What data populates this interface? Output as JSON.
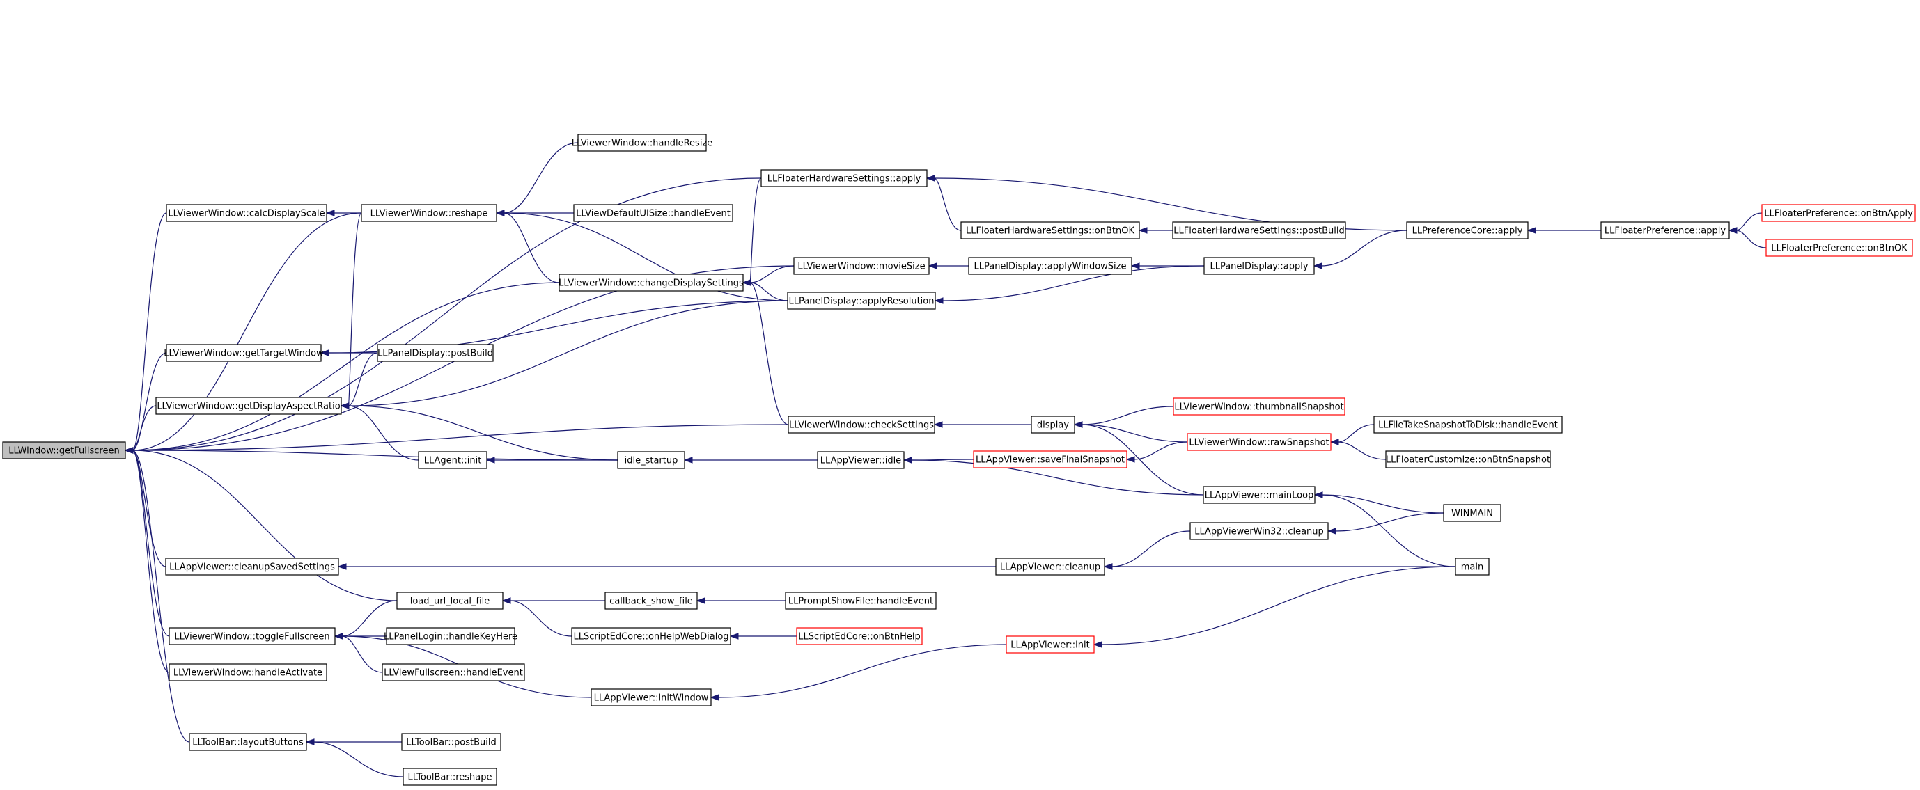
{
  "colors": {
    "edge": "#191970",
    "node_border": "#000000",
    "node_border_truncated": "#ff0000",
    "root_fill": "#bfbfbf",
    "background": "#ffffff"
  },
  "nodes": [
    {
      "id": "getFullscreen",
      "label": "LLWindow::getFullscreen",
      "root": true
    },
    {
      "id": "calcDisplayScale",
      "label": "LLViewerWindow::calcDisplayScale"
    },
    {
      "id": "getTargetWindow",
      "label": "LLViewerWindow::getTargetWindow"
    },
    {
      "id": "getDisplayAspectRatio",
      "label": "LLViewerWindow::getDisplayAspectRatio"
    },
    {
      "id": "cleanupSavedSettings",
      "label": "LLAppViewer::cleanupSavedSettings"
    },
    {
      "id": "toggleFullscreen",
      "label": "LLViewerWindow::toggleFullscreen"
    },
    {
      "id": "handleActivate",
      "label": "LLViewerWindow::handleActivate"
    },
    {
      "id": "layoutButtons",
      "label": "LLToolBar::layoutButtons"
    },
    {
      "id": "reshape",
      "label": "LLViewerWindow::reshape"
    },
    {
      "id": "handleResize",
      "label": "LLViewerWindow::handleResize"
    },
    {
      "id": "uisizeHandleEvent",
      "label": "LLViewDefaultUISize::handleEvent"
    },
    {
      "id": "panelDisplayPostBuild",
      "label": "LLPanelDisplay::postBuild"
    },
    {
      "id": "agentInit",
      "label": "LLAgent::init"
    },
    {
      "id": "loadUrlLocalFile",
      "label": "load_url_local_file"
    },
    {
      "id": "panelLoginHandleKeyHere",
      "label": "LLPanelLogin::handleKeyHere"
    },
    {
      "id": "viewFullscreenHandleEvent",
      "label": "LLViewFullscreen::handleEvent"
    },
    {
      "id": "toolbarPostBuild",
      "label": "LLToolBar::postBuild"
    },
    {
      "id": "toolbarReshape",
      "label": "LLToolBar::reshape"
    },
    {
      "id": "changeDisplaySettings",
      "label": "LLViewerWindow::changeDisplaySettings"
    },
    {
      "id": "idleStartup",
      "label": "idle_startup"
    },
    {
      "id": "callbackShowFile",
      "label": "callback_show_file"
    },
    {
      "id": "onHelpWebDialog",
      "label": "LLScriptEdCore::onHelpWebDialog"
    },
    {
      "id": "initWindow",
      "label": "LLAppViewer::initWindow"
    },
    {
      "id": "hwApply",
      "label": "LLFloaterHardwareSettings::apply"
    },
    {
      "id": "movieSize",
      "label": "LLViewerWindow::movieSize"
    },
    {
      "id": "applyResolution",
      "label": "LLPanelDisplay::applyResolution"
    },
    {
      "id": "checkSettings",
      "label": "LLViewerWindow::checkSettings"
    },
    {
      "id": "appIdle",
      "label": "LLAppViewer::idle"
    },
    {
      "id": "promptShowFileHandleEvent",
      "label": "LLPromptShowFile::handleEvent"
    },
    {
      "id": "onBtnHelp",
      "label": "LLScriptEdCore::onBtnHelp",
      "truncated": true
    },
    {
      "id": "hwOnBtnOK",
      "label": "LLFloaterHardwareSettings::onBtnOK"
    },
    {
      "id": "applyWindowSize",
      "label": "LLPanelDisplay::applyWindowSize"
    },
    {
      "id": "appCleanup",
      "label": "LLAppViewer::cleanup"
    },
    {
      "id": "saveFinalSnapshot",
      "label": "LLAppViewer::saveFinalSnapshot",
      "truncated": true
    },
    {
      "id": "appInit",
      "label": "LLAppViewer::init",
      "truncated": true
    },
    {
      "id": "display",
      "label": "display"
    },
    {
      "id": "hwPostBuild",
      "label": "LLFloaterHardwareSettings::postBuild"
    },
    {
      "id": "panelDisplayApply",
      "label": "LLPanelDisplay::apply"
    },
    {
      "id": "thumbnailSnapshot",
      "label": "LLViewerWindow::thumbnailSnapshot",
      "truncated": true
    },
    {
      "id": "rawSnapshot",
      "label": "LLViewerWindow::rawSnapshot",
      "truncated": true
    },
    {
      "id": "mainLoop",
      "label": "LLAppViewer::mainLoop"
    },
    {
      "id": "win32Cleanup",
      "label": "LLAppViewerWin32::cleanup"
    },
    {
      "id": "prefCoreApply",
      "label": "LLPreferenceCore::apply"
    },
    {
      "id": "snapshotToDisk",
      "label": "LLFileTakeSnapshotToDisk::handleEvent"
    },
    {
      "id": "customizeOnBtnSnapshot",
      "label": "LLFloaterCustomize::onBtnSnapshot"
    },
    {
      "id": "winmain",
      "label": "WINMAIN"
    },
    {
      "id": "main",
      "label": "main"
    },
    {
      "id": "floaterPrefApply",
      "label": "LLFloaterPreference::apply"
    },
    {
      "id": "floaterPrefOnBtnApply",
      "label": "LLFloaterPreference::onBtnApply",
      "truncated": true
    },
    {
      "id": "floaterPrefOnBtnOK",
      "label": "LLFloaterPreference::onBtnOK",
      "truncated": true
    }
  ],
  "edges": [
    {
      "from": "calcDisplayScale",
      "to": "getFullscreen"
    },
    {
      "from": "getTargetWindow",
      "to": "getFullscreen"
    },
    {
      "from": "getDisplayAspectRatio",
      "to": "getFullscreen"
    },
    {
      "from": "cleanupSavedSettings",
      "to": "getFullscreen"
    },
    {
      "from": "toggleFullscreen",
      "to": "getFullscreen"
    },
    {
      "from": "handleActivate",
      "to": "getFullscreen"
    },
    {
      "from": "layoutButtons",
      "to": "getFullscreen"
    },
    {
      "from": "reshape",
      "to": "getFullscreen"
    },
    {
      "from": "loadUrlLocalFile",
      "to": "getFullscreen"
    },
    {
      "from": "changeDisplaySettings",
      "to": "getFullscreen"
    },
    {
      "from": "idleStartup",
      "to": "getFullscreen"
    },
    {
      "from": "hwApply",
      "to": "getFullscreen"
    },
    {
      "from": "movieSize",
      "to": "getFullscreen"
    },
    {
      "from": "checkSettings",
      "to": "getFullscreen"
    },
    {
      "from": "reshape",
      "to": "calcDisplayScale"
    },
    {
      "from": "panelDisplayPostBuild",
      "to": "getTargetWindow"
    },
    {
      "from": "applyResolution",
      "to": "getTargetWindow"
    },
    {
      "from": "reshape",
      "to": "getDisplayAspectRatio"
    },
    {
      "from": "panelDisplayPostBuild",
      "to": "getDisplayAspectRatio"
    },
    {
      "from": "agentInit",
      "to": "getDisplayAspectRatio"
    },
    {
      "from": "idleStartup",
      "to": "getDisplayAspectRatio"
    },
    {
      "from": "applyResolution",
      "to": "getDisplayAspectRatio"
    },
    {
      "from": "appCleanup",
      "to": "cleanupSavedSettings"
    },
    {
      "from": "loadUrlLocalFile",
      "to": "toggleFullscreen"
    },
    {
      "from": "panelLoginHandleKeyHere",
      "to": "toggleFullscreen"
    },
    {
      "from": "viewFullscreenHandleEvent",
      "to": "toggleFullscreen"
    },
    {
      "from": "initWindow",
      "to": "toggleFullscreen"
    },
    {
      "from": "toolbarPostBuild",
      "to": "layoutButtons"
    },
    {
      "from": "toolbarReshape",
      "to": "layoutButtons"
    },
    {
      "from": "handleResize",
      "to": "reshape"
    },
    {
      "from": "uisizeHandleEvent",
      "to": "reshape"
    },
    {
      "from": "changeDisplaySettings",
      "to": "reshape"
    },
    {
      "from": "applyResolution",
      "to": "reshape"
    },
    {
      "from": "idleStartup",
      "to": "agentInit"
    },
    {
      "from": "callbackShowFile",
      "to": "loadUrlLocalFile"
    },
    {
      "from": "onHelpWebDialog",
      "to": "loadUrlLocalFile"
    },
    {
      "from": "hwApply",
      "to": "changeDisplaySettings"
    },
    {
      "from": "movieSize",
      "to": "changeDisplaySettings"
    },
    {
      "from": "applyResolution",
      "to": "changeDisplaySettings"
    },
    {
      "from": "checkSettings",
      "to": "changeDisplaySettings"
    },
    {
      "from": "appIdle",
      "to": "idleStartup"
    },
    {
      "from": "promptShowFileHandleEvent",
      "to": "callbackShowFile"
    },
    {
      "from": "onBtnHelp",
      "to": "onHelpWebDialog"
    },
    {
      "from": "appInit",
      "to": "initWindow"
    },
    {
      "from": "hwOnBtnOK",
      "to": "hwApply"
    },
    {
      "from": "prefCoreApply",
      "to": "hwApply"
    },
    {
      "from": "applyWindowSize",
      "to": "movieSize"
    },
    {
      "from": "panelDisplayApply",
      "to": "applyResolution"
    },
    {
      "from": "display",
      "to": "checkSettings"
    },
    {
      "from": "saveFinalSnapshot",
      "to": "appIdle"
    },
    {
      "from": "mainLoop",
      "to": "appIdle"
    },
    {
      "from": "hwPostBuild",
      "to": "hwOnBtnOK"
    },
    {
      "from": "panelDisplayApply",
      "to": "applyWindowSize"
    },
    {
      "from": "win32Cleanup",
      "to": "appCleanup"
    },
    {
      "from": "main",
      "to": "appCleanup"
    },
    {
      "from": "rawSnapshot",
      "to": "saveFinalSnapshot"
    },
    {
      "from": "main",
      "to": "appInit"
    },
    {
      "from": "thumbnailSnapshot",
      "to": "display"
    },
    {
      "from": "rawSnapshot",
      "to": "display"
    },
    {
      "from": "mainLoop",
      "to": "display"
    },
    {
      "from": "prefCoreApply",
      "to": "panelDisplayApply"
    },
    {
      "from": "snapshotToDisk",
      "to": "rawSnapshot"
    },
    {
      "from": "customizeOnBtnSnapshot",
      "to": "rawSnapshot"
    },
    {
      "from": "winmain",
      "to": "mainLoop"
    },
    {
      "from": "main",
      "to": "mainLoop"
    },
    {
      "from": "winmain",
      "to": "win32Cleanup"
    },
    {
      "from": "floaterPrefApply",
      "to": "prefCoreApply"
    },
    {
      "from": "floaterPrefOnBtnApply",
      "to": "floaterPrefApply"
    },
    {
      "from": "floaterPrefOnBtnOK",
      "to": "floaterPrefApply"
    }
  ]
}
